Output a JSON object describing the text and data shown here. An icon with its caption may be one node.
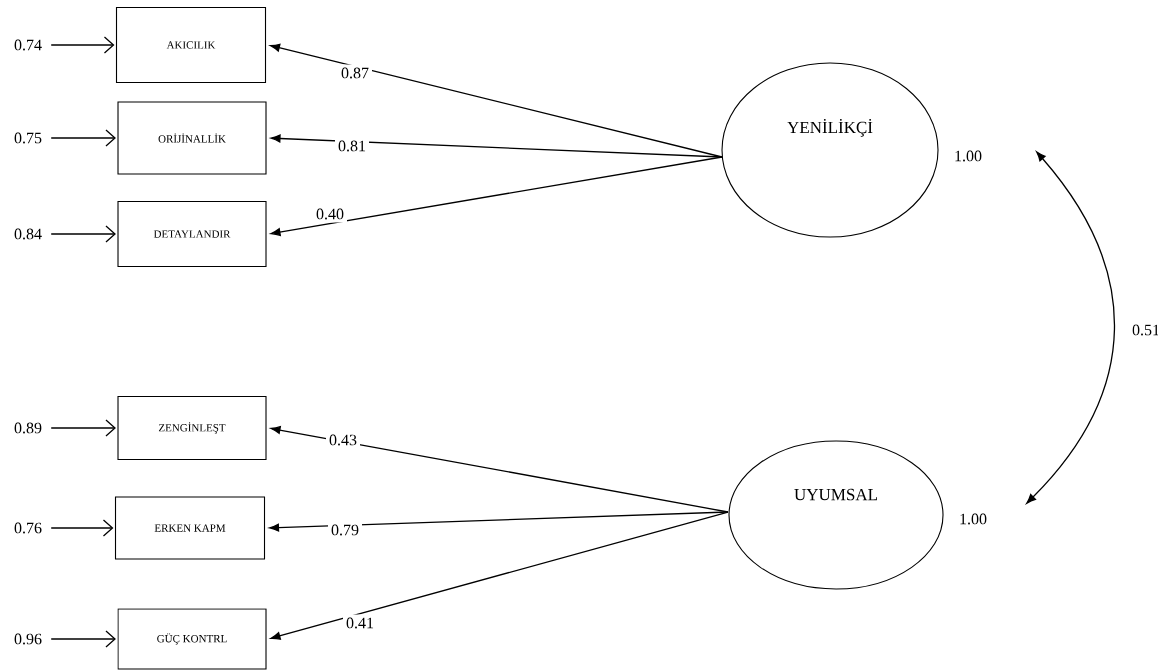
{
  "diagram": {
    "nodes": [
      {
        "text": [
          "AKICILIK"
        ]
      },
      {
        "text": [
          "ORİJİNALLİK"
        ]
      },
      {
        "text": [
          "DETAYLANDIR"
        ]
      },
      {
        "text": [
          "ZENGİNLEŞT"
        ]
      },
      {
        "text": [
          "ERKEN KAPM"
        ]
      },
      {
        "text": [
          "GÜÇ KONTRL"
        ]
      },
      {
        "text": [
          "YENİLİKÇİ"
        ],
        "beside": [
          "1.00"
        ]
      },
      {
        "text": [
          "UYUMSAL"
        ],
        "beside": [
          "1.00"
        ]
      },
      {
        "text": [
          "0.74"
        ]
      },
      {
        "text": [
          "0.75"
        ]
      },
      {
        "text": [
          "0.84"
        ]
      },
      {
        "text": [
          "0.89"
        ]
      },
      {
        "text": [
          "0.76"
        ]
      },
      {
        "text": [
          "0.96"
        ]
      }
    ],
    "edges": [
      {
        "from": 8,
        "to": 0,
        "arrow": "to"
      },
      {
        "from": 9,
        "to": 1,
        "arrow": "to"
      },
      {
        "from": 10,
        "to": 2,
        "arrow": "to"
      },
      {
        "from": 11,
        "to": 3,
        "arrow": "to"
      },
      {
        "from": 12,
        "to": 4,
        "arrow": "to"
      },
      {
        "from": 13,
        "to": 5,
        "arrow": "to"
      },
      {
        "from": 6,
        "to": 0,
        "arrow": "to",
        "label": "0.87"
      },
      {
        "from": 6,
        "to": 1,
        "arrow": "to",
        "label": "0.81"
      },
      {
        "from": 6,
        "to": 2,
        "arrow": "to",
        "label": "0.40"
      },
      {
        "from": 7,
        "to": 3,
        "arrow": "to",
        "label": "0.43"
      },
      {
        "from": 7,
        "to": 4,
        "arrow": "to",
        "label": "0.79"
      },
      {
        "from": 7,
        "to": 5,
        "arrow": "to",
        "label": "0.41"
      },
      {
        "from": 6,
        "to": 7,
        "arrow": "both",
        "label": "0.51"
      }
    ]
  }
}
